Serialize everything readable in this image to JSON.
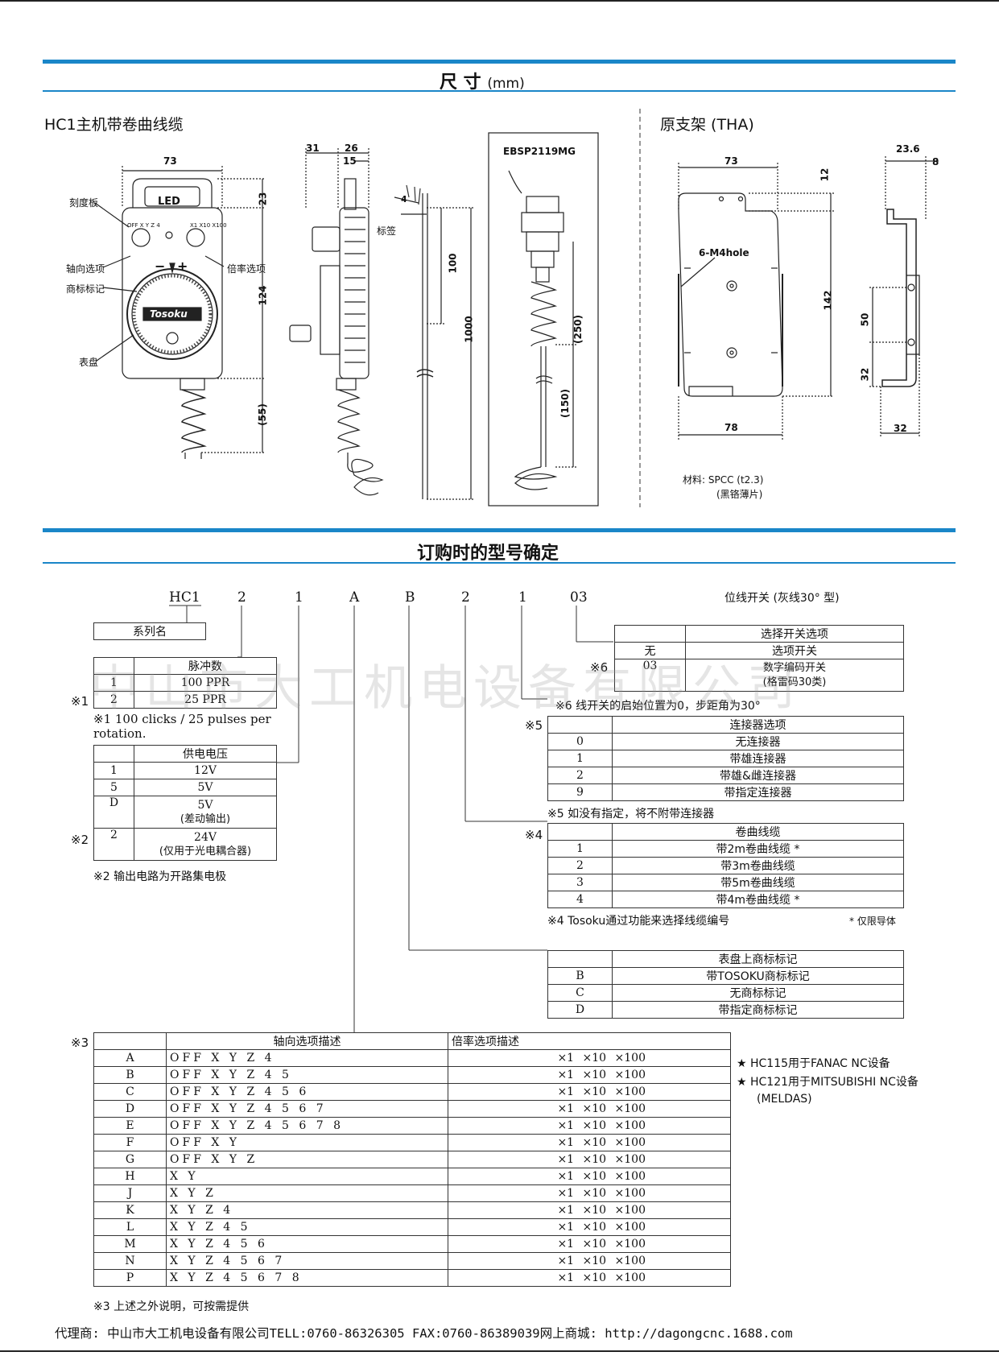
{
  "section1": {
    "title": "尺 寸",
    "unit": "(mm)"
  },
  "drawing_left": {
    "title": "HC1主机带卷曲线缆",
    "labels": {
      "scale": "刻度板",
      "axis": "轴向选项",
      "logo": "商标标记",
      "dial": "表盘",
      "rate": "倍率选项",
      "tag": "标签",
      "led": "LED",
      "brand": "Tosoku",
      "axis_marks": "OFF X Y Z 4",
      "rate_marks": "X1 X10 X100",
      "minus": "−",
      "plus": "+",
      "connector": "EBSP2119MG"
    },
    "dims": {
      "d73": "73",
      "d23": "23",
      "d124": "124",
      "d55": "(55)",
      "d31": "31",
      "d26": "26",
      "d15": "15",
      "d4": "4",
      "d100": "100",
      "d1000": "1000",
      "d250": "(250)",
      "d150": "(150)"
    }
  },
  "drawing_right": {
    "title": "原支架 (THA)",
    "labels": {
      "hole": "6-M4hole",
      "material": "材料: SPCC (t2.3)",
      "material_note": "(黑铬薄片)"
    },
    "dims": {
      "d73": "73",
      "d12": "12",
      "d142": "142",
      "d78": "78",
      "d23_6": "23.6",
      "d8": "8",
      "d50": "50",
      "d32a": "32",
      "d32b": "32"
    }
  },
  "section2": {
    "title": "订购时的型号确定"
  },
  "model_code": [
    "HC1",
    "2",
    "1",
    "A",
    "B",
    "2",
    "1",
    "03"
  ],
  "switch_note": "位线开关 (灰线30° 型)",
  "series_label": "系列名",
  "pulse": {
    "mark": "※1",
    "header": "脉冲数",
    "rows": [
      [
        "1",
        "100 PPR"
      ],
      [
        "2",
        "25 PPR"
      ]
    ],
    "note1": "※1 100 clicks / 25 pulses per",
    "note2": "rotation."
  },
  "voltage": {
    "mark": "※2",
    "header": "供电电压",
    "rows": [
      [
        "1",
        "12V",
        ""
      ],
      [
        "5",
        "5V",
        ""
      ],
      [
        "D",
        "5V",
        "(差动输出)"
      ],
      [
        "2",
        "24V",
        "(仅用于光电耦合器)"
      ]
    ],
    "note": "※2 输出电路为开路集电极"
  },
  "switch": {
    "mark": "※6",
    "header": "选择开关选项",
    "col1": "无",
    "col2": "选项开关",
    "row_code": "03",
    "row_desc1": "数字编码开关",
    "row_desc2": "(格雷码30类)",
    "note": "※6 线开关的启始位置为0，步距角为30°"
  },
  "connector": {
    "mark": "※5",
    "header": "连接器选项",
    "rows": [
      [
        "0",
        "无连接器"
      ],
      [
        "1",
        "带雄连接器"
      ],
      [
        "2",
        "带雄&雌连接器"
      ],
      [
        "9",
        "带指定连接器"
      ]
    ],
    "note": "※5 如没有指定，将不附带连接器"
  },
  "cable": {
    "mark": "※4",
    "header": "卷曲线缆",
    "rows": [
      [
        "1",
        "带2m卷曲线缆 *"
      ],
      [
        "2",
        "带3m卷曲线缆"
      ],
      [
        "3",
        "带5m卷曲线缆"
      ],
      [
        "4",
        "带4m卷曲线缆 *"
      ]
    ],
    "note": "※4 Tosoku通过功能来选择线缆编号",
    "side_note": "* 仅限导体"
  },
  "logo_mark": {
    "header": "表盘上商标标记",
    "rows": [
      [
        "B",
        "带TOSOKU商标标记"
      ],
      [
        "C",
        "无商标标记"
      ],
      [
        "D",
        "带指定商标标记"
      ]
    ]
  },
  "axis_table": {
    "mark": "※3",
    "h_axis": "轴向选项描述",
    "h_rate": "倍率选项描述",
    "rows": [
      [
        "A",
        "OFF X Y Z 4",
        "×1 ×10 ×100"
      ],
      [
        "B",
        "OFF X Y Z 4 5",
        "×1 ×10 ×100"
      ],
      [
        "C",
        "OFF X Y Z 4 5 6",
        "×1 ×10 ×100"
      ],
      [
        "D",
        "OFF X Y Z 4 5 6 7",
        "×1 ×10 ×100"
      ],
      [
        "E",
        "OFF X Y Z 4 5 6 7 8",
        "×1 ×10 ×100"
      ],
      [
        "F",
        "OFF X Y",
        "×1 ×10 ×100"
      ],
      [
        "G",
        "OFF X Y Z",
        "×1 ×10 ×100"
      ],
      [
        "H",
        "X Y",
        "×1 ×10 ×100"
      ],
      [
        "J",
        "X Y Z",
        "×1 ×10 ×100"
      ],
      [
        "K",
        "X Y Z 4",
        "×1 ×10 ×100"
      ],
      [
        "L",
        "X Y Z 4 5",
        "×1 ×10 ×100"
      ],
      [
        "M",
        "X Y Z 4 5 6",
        "×1 ×10 ×100"
      ],
      [
        "N",
        "X Y Z 4 5 6 7",
        "×1 ×10 ×100"
      ],
      [
        "P",
        "X Y Z 4 5 6 7 8",
        "×1 ×10 ×100"
      ]
    ],
    "note": "※3 上述之外说明，可按需提供"
  },
  "star_notes": [
    "★ HC115用于FANAC NC设备",
    "★ HC121用于MITSUBISHI NC设备",
    "(MELDAS)"
  ],
  "footer": "代理商: 中山市大工机电设备有限公司TELL:0760-86326305 FAX:0760-86389039网上商城: http://dagongcnc.1688.com",
  "watermark": "中山市大工机电设备有限公司"
}
